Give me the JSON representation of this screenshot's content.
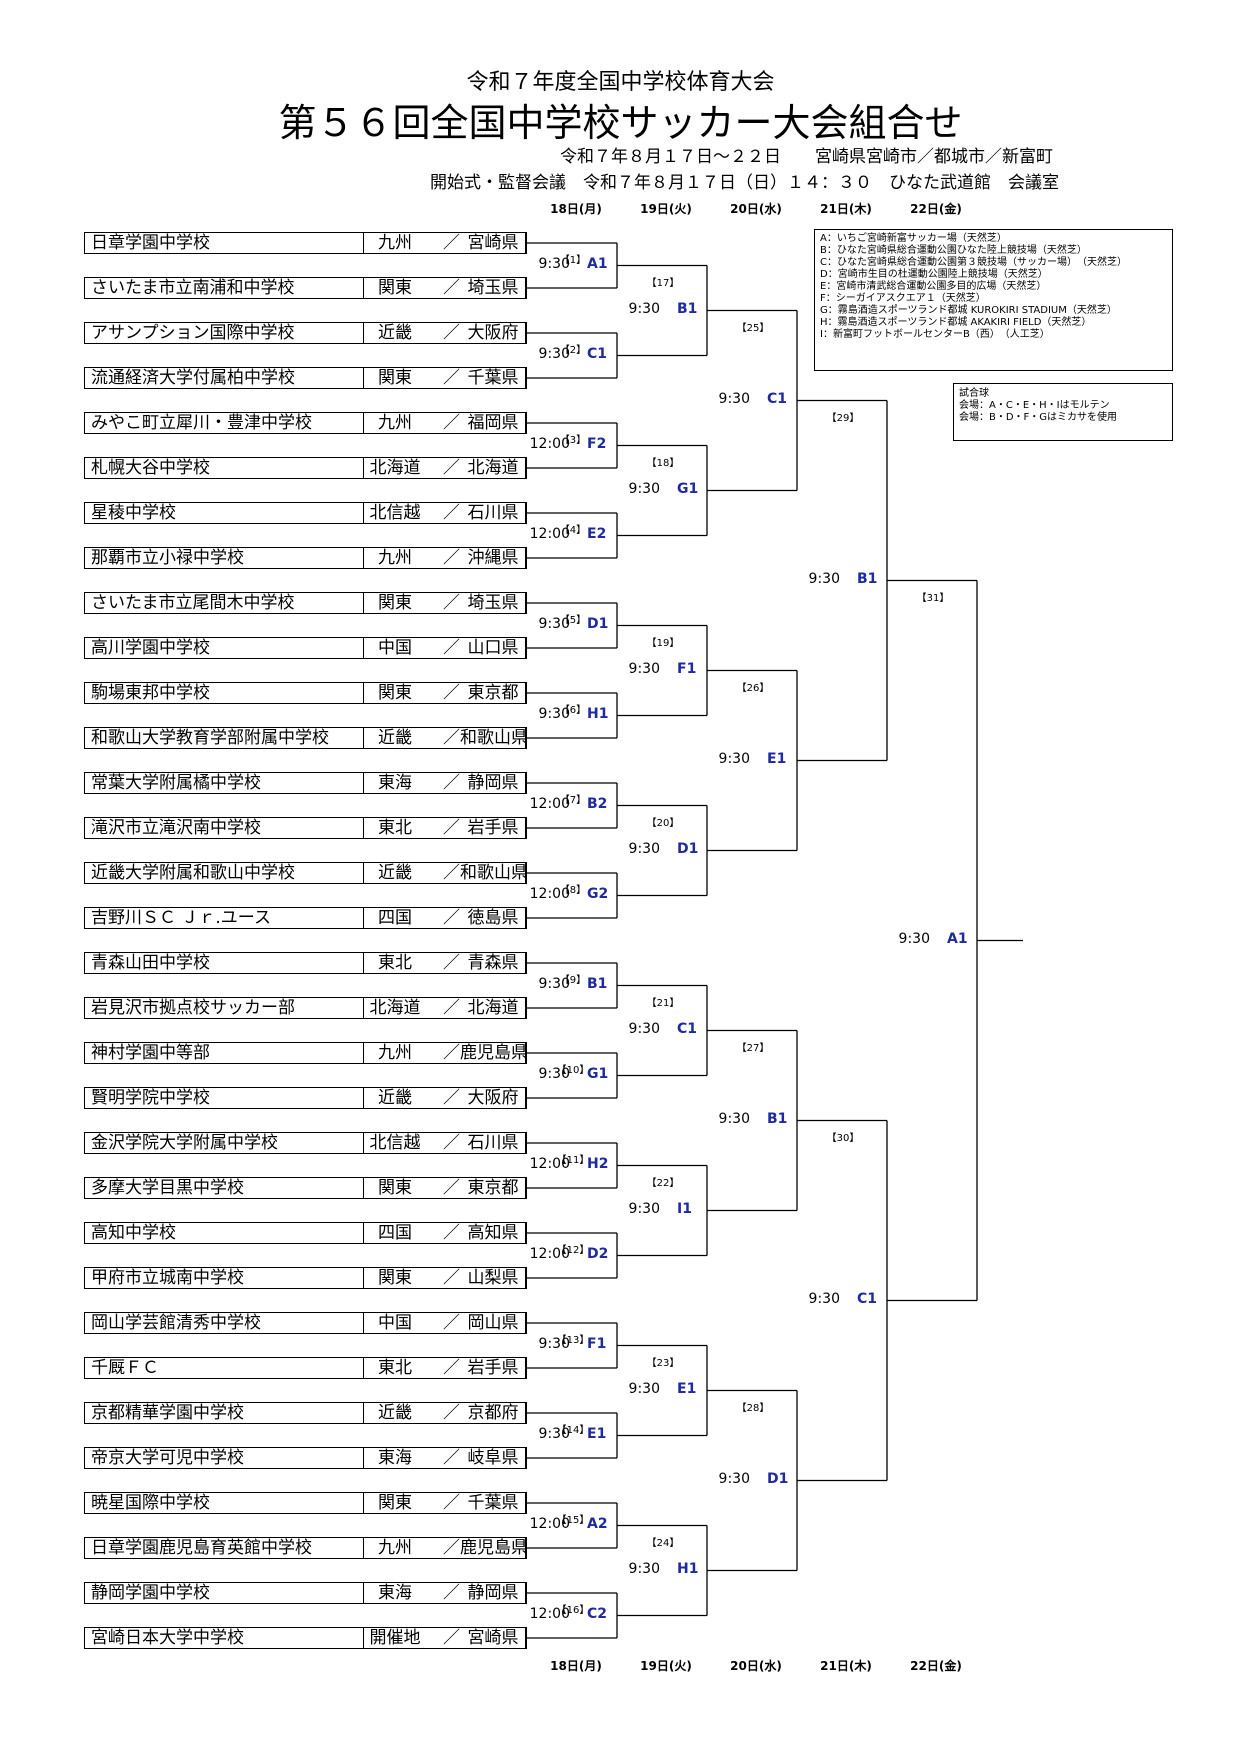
{
  "header": {
    "subtitle": "令和７年度全国中学校体育大会",
    "title": "第５６回全国中学校サッカー大会組合せ",
    "period": "令和７年８月１７日～２２日　　宮崎県宮崎市／都城市／新富町",
    "ceremony": "開始式・監督会議　令和７年８月１７日（日）１４：３０　ひなた武道館　会議室"
  },
  "days": [
    "18日(月)",
    "19日(火)",
    "20日(水)",
    "21日(木)",
    "22日(金)"
  ],
  "separator": "／",
  "teams": [
    {
      "name": "日章学園中学校",
      "region": "九州",
      "pref": "宮崎県"
    },
    {
      "name": "さいたま市立南浦和中学校",
      "region": "関東",
      "pref": "埼玉県"
    },
    {
      "name": "アサンプション国際中学校",
      "region": "近畿",
      "pref": "大阪府"
    },
    {
      "name": "流通経済大学付属柏中学校",
      "region": "関東",
      "pref": "千葉県"
    },
    {
      "name": "みやこ町立犀川・豊津中学校",
      "region": "九州",
      "pref": "福岡県"
    },
    {
      "name": "札幌大谷中学校",
      "region": "北海道",
      "pref": "北海道"
    },
    {
      "name": "星稜中学校",
      "region": "北信越",
      "pref": "石川県"
    },
    {
      "name": "那覇市立小禄中学校",
      "region": "九州",
      "pref": "沖縄県"
    },
    {
      "name": "さいたま市立尾間木中学校",
      "region": "関東",
      "pref": "埼玉県"
    },
    {
      "name": "高川学園中学校",
      "region": "中国",
      "pref": "山口県"
    },
    {
      "name": "駒場東邦中学校",
      "region": "関東",
      "pref": "東京都"
    },
    {
      "name": "和歌山大学教育学部附属中学校",
      "region": "近畿",
      "pref": "和歌山県"
    },
    {
      "name": "常葉大学附属橘中学校",
      "region": "東海",
      "pref": "静岡県"
    },
    {
      "name": "滝沢市立滝沢南中学校",
      "region": "東北",
      "pref": "岩手県"
    },
    {
      "name": "近畿大学附属和歌山中学校",
      "region": "近畿",
      "pref": "和歌山県"
    },
    {
      "name": "吉野川ＳＣ Ｊｒ.ユース",
      "region": "四国",
      "pref": "徳島県"
    },
    {
      "name": "青森山田中学校",
      "region": "東北",
      "pref": "青森県"
    },
    {
      "name": "岩見沢市拠点校サッカー部",
      "region": "北海道",
      "pref": "北海道"
    },
    {
      "name": "神村学園中等部",
      "region": "九州",
      "pref": "鹿児島県"
    },
    {
      "name": "賢明学院中学校",
      "region": "近畿",
      "pref": "大阪府"
    },
    {
      "name": "金沢学院大学附属中学校",
      "region": "北信越",
      "pref": "石川県"
    },
    {
      "name": "多摩大学目黒中学校",
      "region": "関東",
      "pref": "東京都"
    },
    {
      "name": "高知中学校",
      "region": "四国",
      "pref": "高知県"
    },
    {
      "name": "甲府市立城南中学校",
      "region": "関東",
      "pref": "山梨県"
    },
    {
      "name": "岡山学芸館清秀中学校",
      "region": "中国",
      "pref": "岡山県"
    },
    {
      "name": "千厩ＦＣ",
      "region": "東北",
      "pref": "岩手県"
    },
    {
      "name": "京都精華学園中学校",
      "region": "近畿",
      "pref": "京都府"
    },
    {
      "name": "帝京大学可児中学校",
      "region": "東海",
      "pref": "岐阜県"
    },
    {
      "name": "暁星国際中学校",
      "region": "関東",
      "pref": "千葉県"
    },
    {
      "name": "日章学園鹿児島育英館中学校",
      "region": "九州",
      "pref": "鹿児島県"
    },
    {
      "name": "静岡学園中学校",
      "region": "東海",
      "pref": "静岡県"
    },
    {
      "name": "宮崎日本大学中学校",
      "region": "開催地",
      "pref": "宮崎県"
    }
  ],
  "rounds": [
    [
      {
        "no": "【1】",
        "time": "9:30",
        "venue": "A1"
      },
      {
        "no": "【2】",
        "time": "9:30",
        "venue": "C1"
      },
      {
        "no": "【3】",
        "time": "12:00",
        "venue": "F2"
      },
      {
        "no": "【4】",
        "time": "12:00",
        "venue": "E2"
      },
      {
        "no": "【5】",
        "time": "9:30",
        "venue": "D1"
      },
      {
        "no": "【6】",
        "time": "9:30",
        "venue": "H1"
      },
      {
        "no": "【7】",
        "time": "12:00",
        "venue": "B2"
      },
      {
        "no": "【8】",
        "time": "12:00",
        "venue": "G2"
      },
      {
        "no": "【9】",
        "time": "9:30",
        "venue": "B1"
      },
      {
        "no": "【10】",
        "time": "9:30",
        "venue": "G1"
      },
      {
        "no": "【11】",
        "time": "12:00",
        "venue": "H2"
      },
      {
        "no": "【12】",
        "time": "12:00",
        "venue": "D2"
      },
      {
        "no": "【13】",
        "time": "9:30",
        "venue": "F1"
      },
      {
        "no": "【14】",
        "time": "9:30",
        "venue": "E1"
      },
      {
        "no": "【15】",
        "time": "12:00",
        "venue": "A2"
      },
      {
        "no": "【16】",
        "time": "12:00",
        "venue": "C2"
      }
    ],
    [
      {
        "no": "【17】",
        "time": "9:30",
        "venue": "B1"
      },
      {
        "no": "【18】",
        "time": "9:30",
        "venue": "G1"
      },
      {
        "no": "【19】",
        "time": "9:30",
        "venue": "F1"
      },
      {
        "no": "【20】",
        "time": "9:30",
        "venue": "D1"
      },
      {
        "no": "【21】",
        "time": "9:30",
        "venue": "C1"
      },
      {
        "no": "【22】",
        "time": "9:30",
        "venue": "I1"
      },
      {
        "no": "【23】",
        "time": "9:30",
        "venue": "E1"
      },
      {
        "no": "【24】",
        "time": "9:30",
        "venue": "H1"
      }
    ],
    [
      {
        "no": "【25】",
        "time": "9:30",
        "venue": "C1"
      },
      {
        "no": "【26】",
        "time": "9:30",
        "venue": "E1"
      },
      {
        "no": "【27】",
        "time": "9:30",
        "venue": "B1"
      },
      {
        "no": "【28】",
        "time": "9:30",
        "venue": "D1"
      }
    ],
    [
      {
        "no": "【29】",
        "time": "9:30",
        "venue": "B1"
      },
      {
        "no": "【30】",
        "time": "9:30",
        "venue": "C1"
      }
    ],
    [
      {
        "no": "【31】",
        "time": "9:30",
        "venue": "A1"
      }
    ]
  ],
  "venues": [
    "A：いちご宮崎新富サッカー場（天然芝）",
    "B：ひなた宮崎県総合運動公園ひなた陸上競技場（天然芝）",
    "C：ひなた宮崎県総合運動公園第３競技場（サッカー場）　（天然芝）",
    "D：宮崎市生目の杜運動公園陸上競技場（天然芝）",
    "E：宮崎市清武総合運動公園多目的広場（天然芝）",
    "F：シーガイアスクエア１（天然芝）",
    "G：霧島酒造スポーツランド都城 KUROKIRI STADIUM（天然芝）",
    "H：霧島酒造スポーツランド都城 AKAKIRI FIELD（天然芝）",
    "I：新富町フットボールセンターB（西）　（人工芝）"
  ],
  "ball": {
    "title": "試合球",
    "lines": [
      "会場：A・C・E・H・Iはモルテン",
      "会場：B・D・F・Gはミカサを使用"
    ]
  }
}
